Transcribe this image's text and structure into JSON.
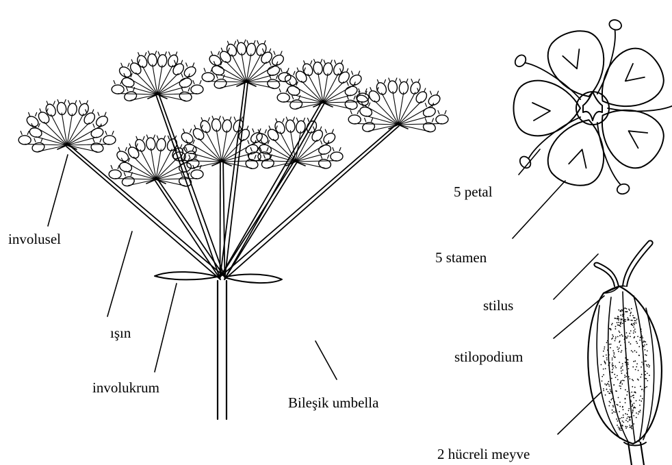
{
  "labels": {
    "involusel": "involusel",
    "isin": "ışın",
    "involukrum": "involukrum",
    "bilesik_umbella": "Bileşik umbella",
    "petal": "5 petal",
    "stamen": "5 stamen",
    "stilus": "stilus",
    "stilopodium": "stilopodium",
    "meyve": "2 hücreli meyve"
  },
  "colors": {
    "ink": "#000000",
    "background": "#ffffff"
  }
}
